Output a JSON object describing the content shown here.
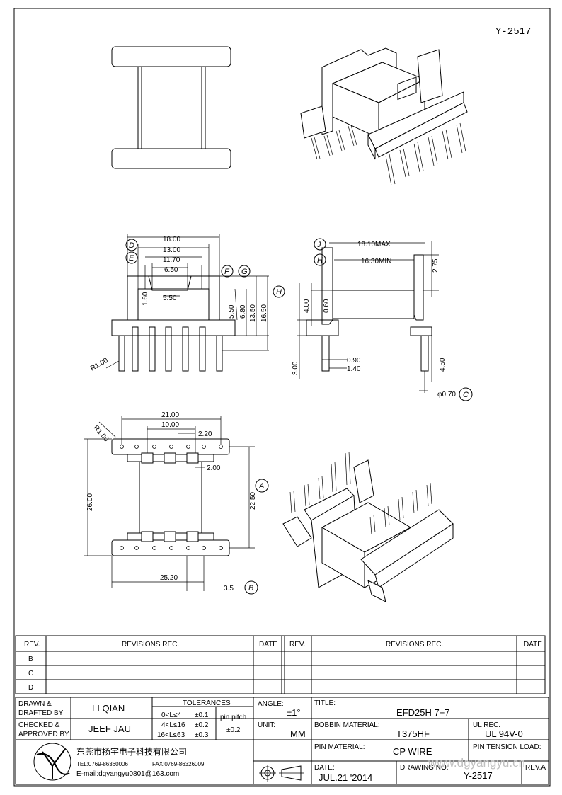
{
  "part_no": "Y-2517",
  "watermark": "www.dgyangyu.cn",
  "dims": {
    "d18": "18.00",
    "d13": "13.00",
    "d1170": "11.70",
    "d650": "6.50",
    "d550a": "5.50",
    "d160": "1.60",
    "d550b": "5.50",
    "d680": "6.80",
    "d1350": "13.50",
    "d1650": "16.50",
    "r100a": "R1.00",
    "d1810": "18.10MAX",
    "d1630": "16.30MIN",
    "d275": "2.75",
    "d400": "4.00",
    "d060": "0.60",
    "d300": "3.00",
    "d090": "0.90",
    "d140": "1.40",
    "d450": "4.50",
    "d070": "φ0.70",
    "d21": "21.00",
    "d10": "10.00",
    "d220": "2.20",
    "d200": "2.00",
    "r100b": "R1.00",
    "d26": "26.00",
    "d2250": "22.50",
    "d2520": "25.20",
    "d35": "3.5"
  },
  "callouts": {
    "D": "D",
    "E": "E",
    "F": "F",
    "G": "G",
    "H": "H",
    "J": "J",
    "C": "C",
    "A": "A",
    "B": "B"
  },
  "revisions": {
    "rev": "REV.",
    "revs": "REVISIONS   REC.",
    "date": "DATE",
    "rows": [
      "B",
      "C",
      "D"
    ]
  },
  "title_block": {
    "drawn_l1": "DRAWN &",
    "drawn_l2": "DRAFTED BY",
    "drawn_name": "LI QIAN",
    "checked_l1": "CHECKED &",
    "checked_l2": "APPROVED BY",
    "checked_name": "JEEF JAU",
    "tol_label": "TOLERANCES",
    "tol_1": "0<L≤4",
    "tol_1v": "±0.1",
    "tol_2": "4<L≤16",
    "tol_2v": "±0.2",
    "tol_3": "16<L≤63",
    "tol_3v": "±0.3",
    "pin_pitch": "pin pitch",
    "pin_pitch_v": "±0.2",
    "angle_label": "ANGLE:",
    "angle_val": "±1°",
    "unit_label": "UNIT:",
    "unit_val": "MM",
    "title_label": "TITLE:",
    "title_val": "EFD25H 7+7",
    "bobbin_label": "BOBBIN MATERIAL:",
    "bobbin_val": "T375HF",
    "ul_label": "UL REC.",
    "ul_val": "UL 94V-0",
    "pinmat_label": "PIN MATERIAL:",
    "pinmat_val": "CP WIRE",
    "tension_label": "PIN TENSION LOAD:",
    "date_label": "DATE:",
    "date_val": "JUL.21 '2014",
    "drawno_label": "DRAWING NO.",
    "drawno_val": "Y-2517",
    "reva_label": "REV.A",
    "company": "东莞市扬宇电子科技有限公司",
    "tel": "TEL:0769-86360006",
    "fax": "FAX:0769-86326009",
    "email": "E-mail:dgyangyu0801@163.com"
  }
}
